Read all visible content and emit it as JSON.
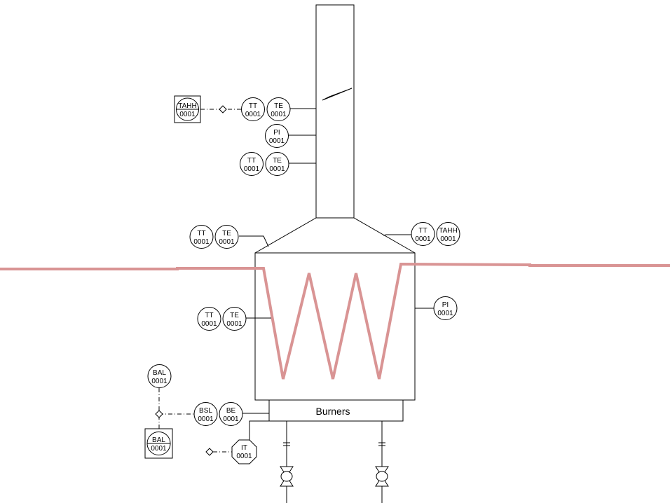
{
  "colors": {
    "process_line": "#d99494",
    "stroke": "#000000"
  },
  "labels": {
    "burners": "Burners"
  },
  "instruments": {
    "tahh_stack": {
      "tag": "TAHH",
      "num": "0001"
    },
    "tt_stack_top": {
      "tag": "TT",
      "num": "0001"
    },
    "te_stack_top": {
      "tag": "TE",
      "num": "0001"
    },
    "pi_stack": {
      "tag": "PI",
      "num": "0001"
    },
    "tt_stack_mid": {
      "tag": "TT",
      "num": "0001"
    },
    "te_stack_mid": {
      "tag": "TE",
      "num": "0001"
    },
    "tt_hood_left": {
      "tag": "TT",
      "num": "0001"
    },
    "te_hood_left": {
      "tag": "TE",
      "num": "0001"
    },
    "tt_hood_right": {
      "tag": "TT",
      "num": "0001"
    },
    "tahh_hood_right": {
      "tag": "TAHH",
      "num": "0001"
    },
    "tt_box": {
      "tag": "TT",
      "num": "0001"
    },
    "te_box": {
      "tag": "TE",
      "num": "0001"
    },
    "pi_box": {
      "tag": "PI",
      "num": "0001"
    },
    "bal_top": {
      "tag": "BAL",
      "num": "0001"
    },
    "bsl": {
      "tag": "BSL",
      "num": "0001"
    },
    "be": {
      "tag": "BE",
      "num": "0001"
    },
    "bal_panel": {
      "tag": "BAL",
      "num": "0001"
    },
    "it": {
      "tag": "IT",
      "num": "0001"
    }
  }
}
